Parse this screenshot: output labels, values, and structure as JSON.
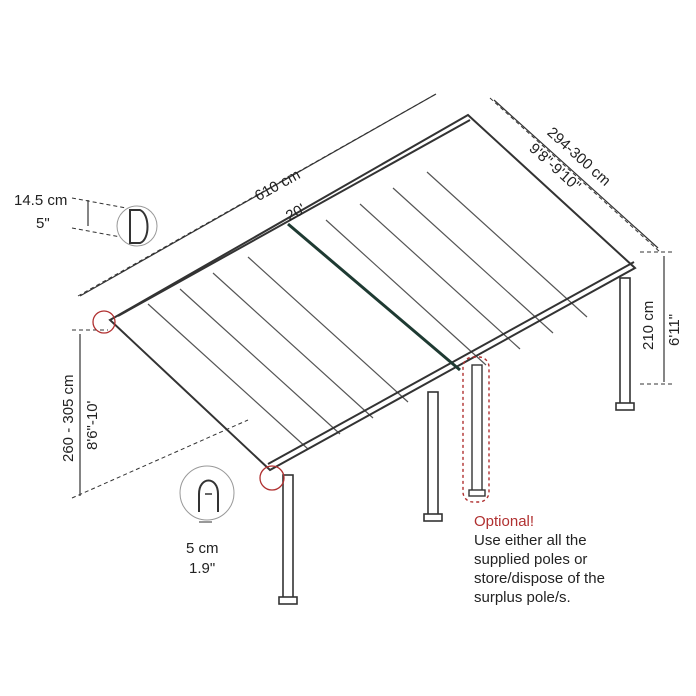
{
  "dimensions": {
    "length_cm": "610 cm",
    "length_ft": "20'",
    "depth_cm": "294-300 cm",
    "depth_ft": "9'8\"-9'10\"",
    "front_height_cm": "210 cm",
    "front_height_ft": "6'11\"",
    "rear_height_cm": "260 - 305 cm",
    "rear_height_ft": "8'6\"-10'",
    "gutter_cm": "14.5 cm",
    "gutter_in": "5\"",
    "post_cm": "5 cm",
    "post_in": "1.9\""
  },
  "note": {
    "title": "Optional!",
    "lines": [
      "Use either all the",
      "supplied poles or",
      "store/dispose of the",
      "surplus pole/s."
    ]
  },
  "colors": {
    "note_title": "#b03030",
    "detail_circle": "#b03030",
    "frame": "#333333"
  }
}
